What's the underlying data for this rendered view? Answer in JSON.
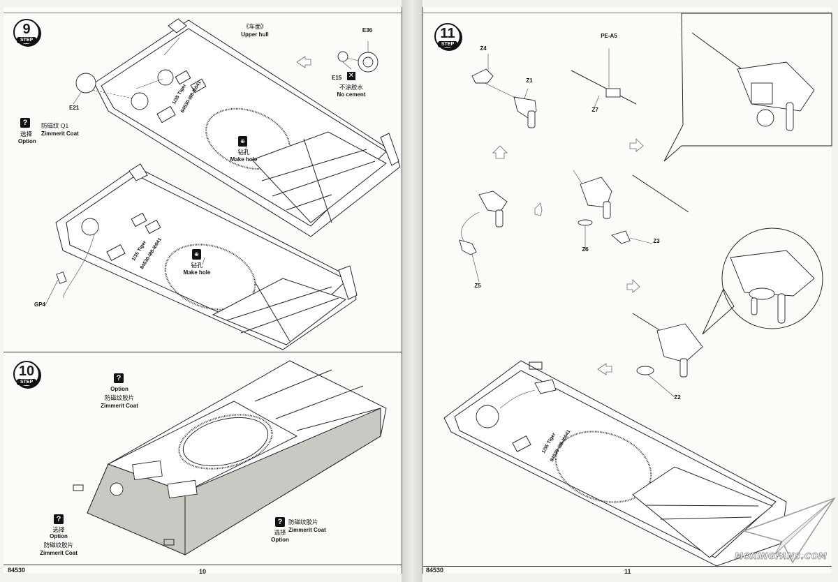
{
  "left_page": {
    "step9": {
      "step_number": "9",
      "step_label": "STEP",
      "upper_hull_cn": "《车面》",
      "upper_hull_en": "Upper hull",
      "parts": {
        "e36": "E36",
        "e15": "E15",
        "e21": "E21",
        "gp4": "GP4"
      },
      "no_cement": {
        "cn": "不涂胶水",
        "en": "No cement"
      },
      "zimmerit_q1": {
        "cn": "防磁纹 Q1",
        "en": "Zimmerit Coat",
        "option_cn": "选择",
        "option_en": "Option"
      },
      "make_hole_top": {
        "cn": "钻孔",
        "en": "Make hole"
      },
      "make_hole_bottom": {
        "cn": "钻孔",
        "en": "Make hole"
      },
      "hull_marking": {
        "line1": "1/35  Tiger",
        "line2": "84530-I88-I6041"
      }
    },
    "step10": {
      "step_number": "10",
      "step_label": "STEP",
      "callout_top": {
        "option_en": "Option",
        "cn": "防磁纹胶片",
        "en": "Zimmerit Coat"
      },
      "callout_left": {
        "option_cn": "选择",
        "option_en": "Option",
        "cn": "防磁纹胶片",
        "en": "Zimmerit Coat"
      },
      "callout_right": {
        "cn": "防磁纹胶片",
        "en": "Zimmerit Coat",
        "option_cn": "选择",
        "option_en": "Option"
      }
    },
    "footer": {
      "kit_number": "84530",
      "page_number": "10"
    }
  },
  "right_page": {
    "step11": {
      "step_number": "11",
      "step_label": "STEP",
      "parts": {
        "pe_a5": "PE-A5",
        "z4": "Z4",
        "z1": "Z1",
        "z7": "Z7",
        "z5": "Z5",
        "z6": "Z6",
        "z3": "Z3",
        "z2": "Z2"
      },
      "hull_marking": {
        "line1": "1/35  Tiger",
        "line2": "84530-I88-I6041"
      }
    },
    "footer": {
      "kit_number": "84530",
      "page_number": "11"
    },
    "watermark": "MOXINGFANS.COM"
  },
  "icons": {
    "question": "question-mark-icon",
    "drill": "drill-icon",
    "no_cement": "no-cement-icon",
    "arrow": "assembly-arrow-icon"
  },
  "colors": {
    "paper": "#fbfbf8",
    "ink": "#1a1a1a",
    "zimmerit_fill": "#c9c9c3"
  }
}
